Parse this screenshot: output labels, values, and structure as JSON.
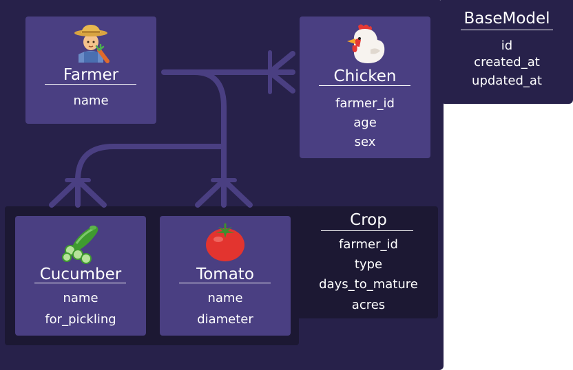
{
  "colors": {
    "background": "#27214a",
    "card": "#4a3f82",
    "group": "#1c1833",
    "connector": "#4a3f82",
    "text": "#ffffff"
  },
  "base_model": {
    "title": "BaseModel",
    "fields": [
      "id",
      "created_at",
      "updated_at"
    ]
  },
  "farmer": {
    "icon": "farmer-icon",
    "title": "Farmer",
    "fields": [
      "name"
    ]
  },
  "chicken": {
    "icon": "chicken-icon",
    "title": "Chicken",
    "fields": [
      "farmer_id",
      "age",
      "sex"
    ]
  },
  "crop": {
    "title": "Crop",
    "fields": [
      "farmer_id",
      "type",
      "days_to_mature",
      "acres"
    ]
  },
  "cucumber": {
    "icon": "cucumber-icon",
    "title": "Cucumber",
    "fields": [
      "name",
      "for_pickling"
    ]
  },
  "tomato": {
    "icon": "tomato-icon",
    "title": "Tomato",
    "fields": [
      "name",
      "diameter"
    ]
  },
  "relationships": [
    {
      "from": "farmer",
      "to": "chicken",
      "type": "one-to-many"
    },
    {
      "from": "farmer",
      "to": "cucumber",
      "type": "one-to-many"
    },
    {
      "from": "farmer",
      "to": "tomato",
      "type": "one-to-many"
    }
  ]
}
